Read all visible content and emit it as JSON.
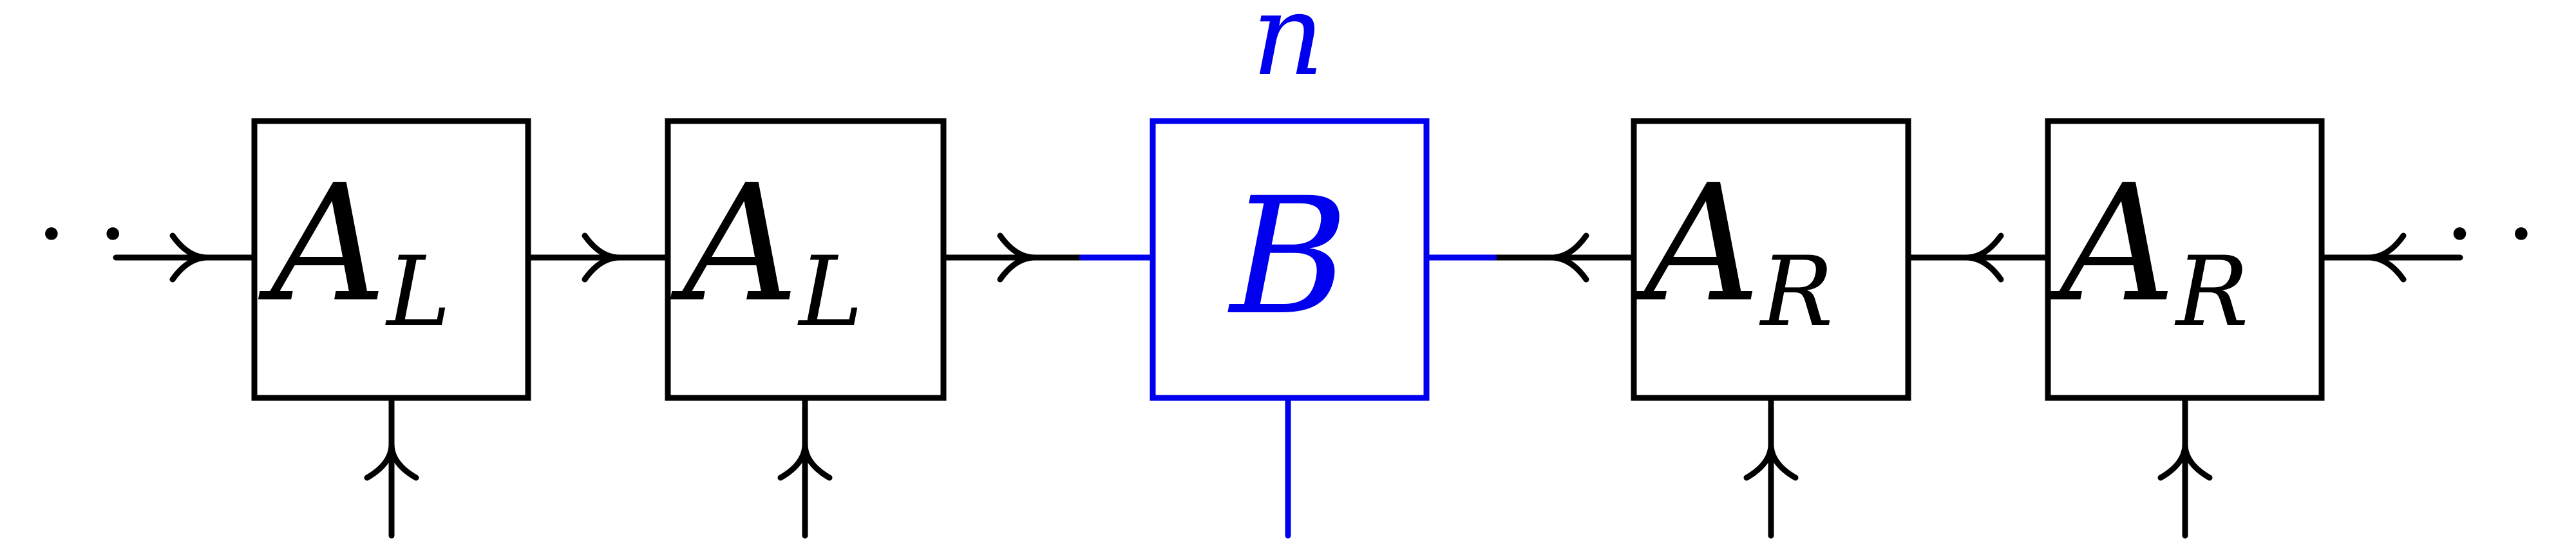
{
  "colors": {
    "ink": "#000000",
    "highlight": "#0000ee"
  },
  "diagram": {
    "left_ellipsis": "· · ·",
    "right_ellipsis": "· · ·",
    "index_label": "n",
    "tensors": [
      {
        "base": "A",
        "sub": "L",
        "highlighted": false
      },
      {
        "base": "A",
        "sub": "L",
        "highlighted": false
      },
      {
        "base": "B",
        "sub": "",
        "highlighted": true
      },
      {
        "base": "A",
        "sub": "R",
        "highlighted": false
      },
      {
        "base": "A",
        "sub": "R",
        "highlighted": false
      }
    ]
  }
}
